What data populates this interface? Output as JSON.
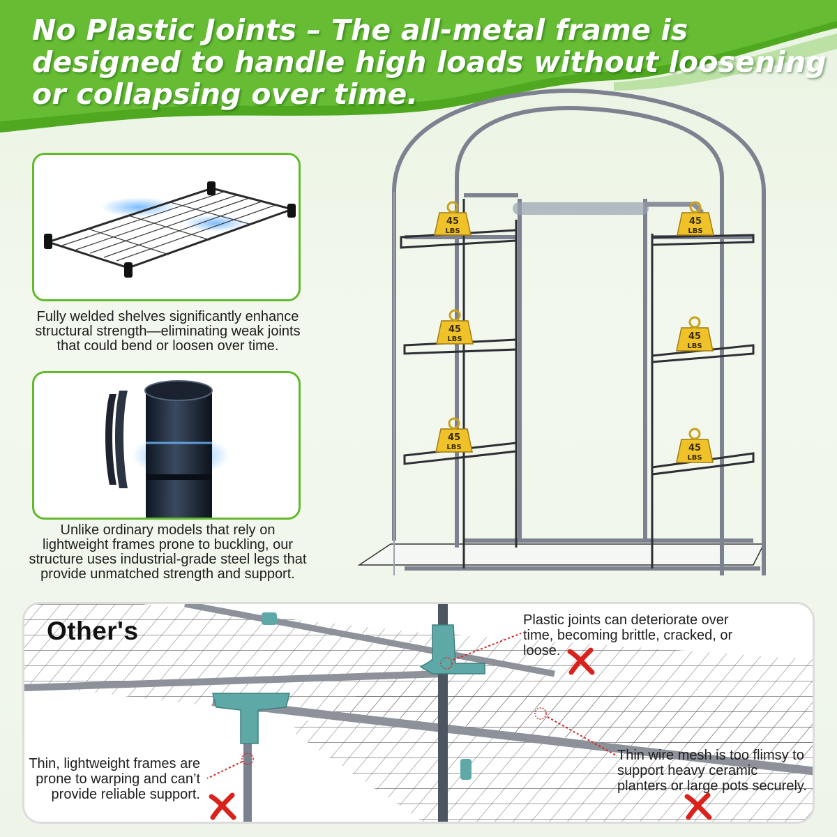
{
  "headline": "No Plastic Joints – The all-metal frame is designed to handle high loads without loosening or collapsing over time.",
  "colors": {
    "brand_green": "#5fb52a",
    "dark_green": "#3e9a1c",
    "accent_red": "#d9221c",
    "weight_yellow": "#f0c22a"
  },
  "panels": [
    {
      "name": "welded-shelf",
      "caption": "Fully welded shelves significantly enhance structural strength—eliminating weak joints that could bend or loosen over time."
    },
    {
      "name": "steel-leg",
      "caption": "Unlike ordinary models that rely on lightweight frames prone to buckling, our structure uses industrial-grade steel legs that provide unmatched strength and support."
    }
  ],
  "weights": [
    {
      "line1": "45",
      "line2": "LBS"
    },
    {
      "line1": "45",
      "line2": "LBS"
    },
    {
      "line1": "45",
      "line2": "LBS"
    },
    {
      "line1": "45",
      "line2": "LBS"
    },
    {
      "line1": "45",
      "line2": "LBS"
    },
    {
      "line1": "45",
      "line2": "LBS"
    }
  ],
  "comparison": {
    "label": "Other's",
    "notes": [
      {
        "text": "Plastic joints can deteriorate over time, becoming brittle, cracked, or loose."
      },
      {
        "text": "Thin, lightweight frames are prone to warping and can’t provide reliable support."
      },
      {
        "text": "Thin wire mesh is too flimsy to support heavy ceramic planters or large pots securely."
      }
    ]
  }
}
